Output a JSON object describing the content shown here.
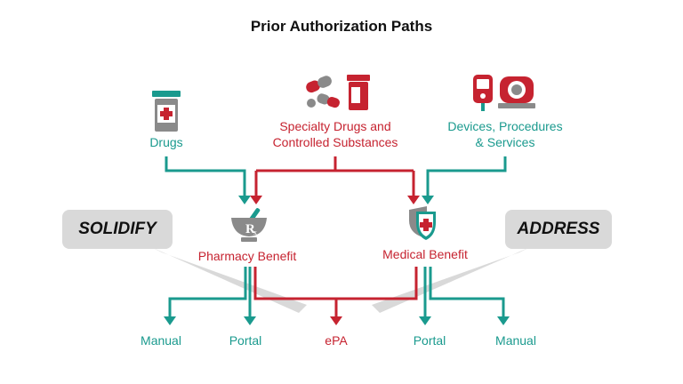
{
  "title": "Prior Authorization Paths",
  "sources": {
    "drugs": "Drugs",
    "specialty_line1": "Specialty Drugs and",
    "specialty_line2": "Controlled Substances",
    "devices_line1": "Devices, Procedures",
    "devices_line2": "& Services"
  },
  "benefits": {
    "pharmacy": "Pharmacy Benefit",
    "medical": "Medical Benefit"
  },
  "callouts": {
    "left": "SOLIDIFY",
    "right": "ADDRESS"
  },
  "outcomes": {
    "manual_left": "Manual",
    "portal_left": "Portal",
    "epa": "ePA",
    "portal_right": "Portal",
    "manual_right": "Manual"
  },
  "colors": {
    "teal": "#1a9a8e",
    "red": "#c62330",
    "gray": "#d9d9d9"
  },
  "icons": [
    "pill-bottle-icon",
    "pills-icon",
    "glucose-meter-icon",
    "mri-scanner-icon",
    "mortar-pestle-rx-icon",
    "shield-cross-icon"
  ]
}
